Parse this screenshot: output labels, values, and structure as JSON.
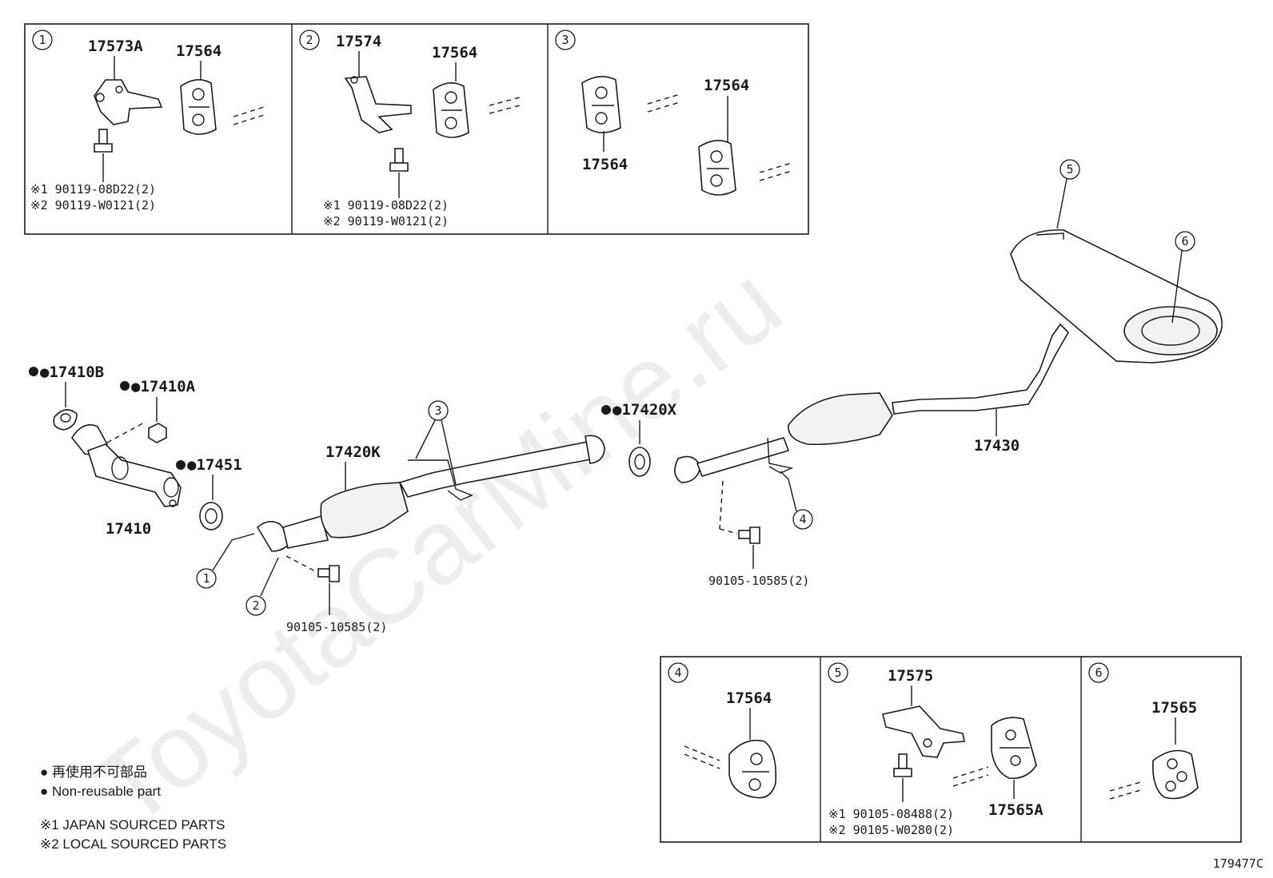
{
  "watermark": "ToyotaCarMine.ru",
  "drawing_id": "179477C",
  "top_box": {
    "panel1": {
      "num": "1",
      "label_a": "17573A",
      "label_b": "17564",
      "note1": "※1 90119-08D22(2)",
      "note2": "※2 90119-W0121(2)"
    },
    "panel2": {
      "num": "2",
      "label_a": "17574",
      "label_b": "17564",
      "note1": "※1 90119-08D22(2)",
      "note2": "※2 90119-W0121(2)"
    },
    "panel3": {
      "num": "3",
      "label_a": "17564",
      "label_b": "17564"
    }
  },
  "main": {
    "p17410B": "●17410B",
    "p17410A": "●17410A",
    "p17451": "●17451",
    "p17410": "17410",
    "p17420K": "17420K",
    "p17420X": "●17420X",
    "p17430": "17430",
    "bolt_left": "90105-10585(2)",
    "bolt_right": "90105-10585(2)",
    "c1": "1",
    "c2": "2",
    "c3": "3",
    "c4": "4",
    "c5": "5",
    "c6": "6"
  },
  "bottom_box": {
    "panel4": {
      "num": "4",
      "label_a": "17564"
    },
    "panel5": {
      "num": "5",
      "label_a": "17575",
      "label_b": "17565A",
      "note1": "※1 90105-08488(2)",
      "note2": "※2 90105-W0280(2)"
    },
    "panel6": {
      "num": "6",
      "label_a": "17565"
    }
  },
  "legend": {
    "line1": "● 再使用不可部品",
    "line2": "● Non-reusable part",
    "line3": "※1 JAPAN SOURCED PARTS",
    "line4": "※2 LOCAL SOURCED PARTS"
  }
}
